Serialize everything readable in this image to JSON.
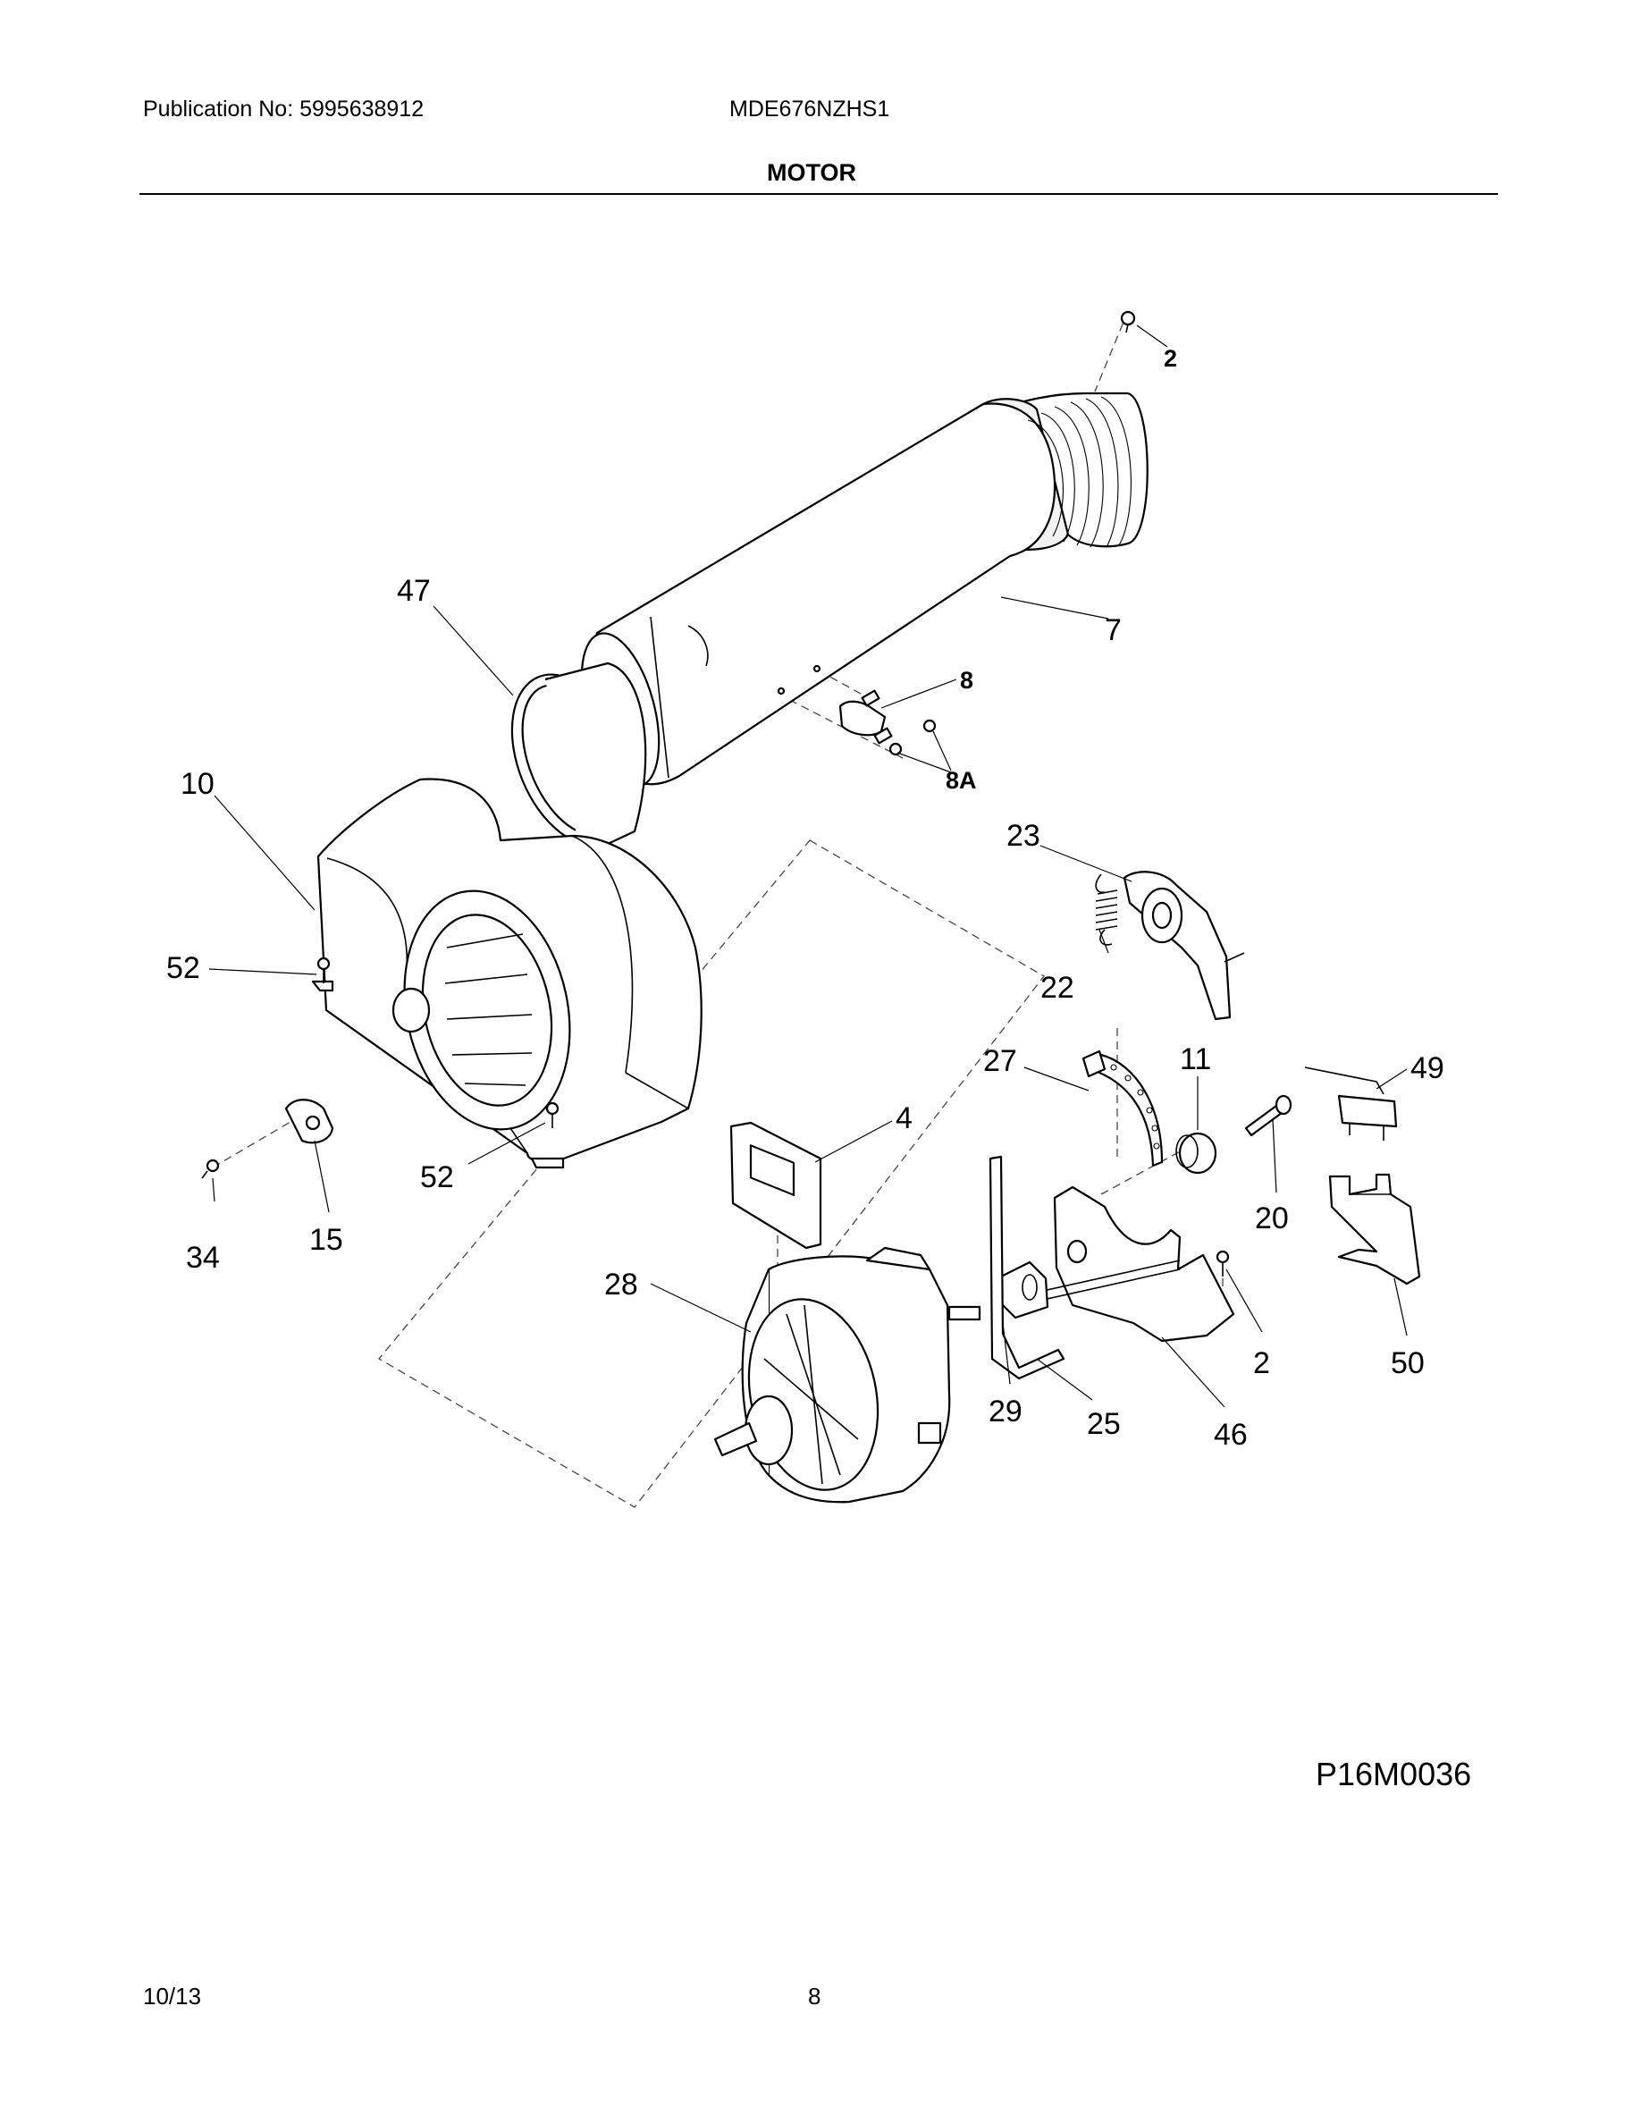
{
  "header": {
    "publication": "Publication No: 5995638912",
    "model": "MDE676NZHS1",
    "section_title": "MOTOR"
  },
  "footer": {
    "date": "10/13",
    "page_number": "8"
  },
  "figure_code": "P16M0036",
  "part_labels": {
    "p2_top": "2",
    "p47": "47",
    "p7": "7",
    "p8": "8",
    "p8a": "8A",
    "p10": "10",
    "p23": "23",
    "p52_upper": "52",
    "p22": "22",
    "p27": "27",
    "p11": "11",
    "p49": "49",
    "p4": "4",
    "p34": "34",
    "p15": "15",
    "p52_lower": "52",
    "p20": "20",
    "p28": "28",
    "p2_bottom": "2",
    "p50": "50",
    "p29": "29",
    "p25": "25",
    "p46": "46"
  }
}
